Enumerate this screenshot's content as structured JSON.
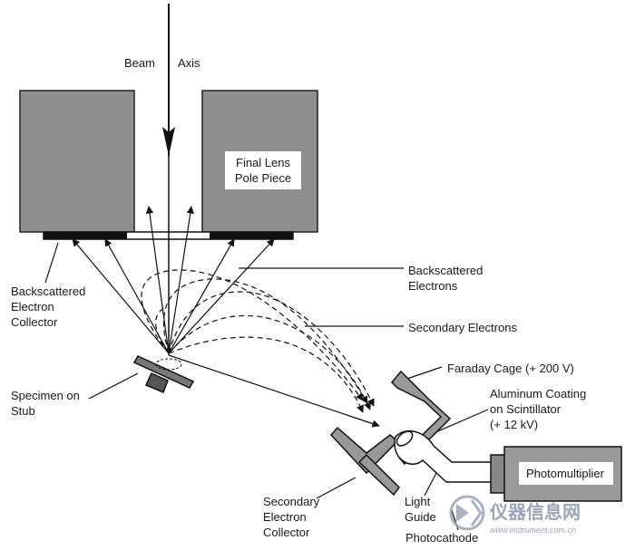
{
  "labels": {
    "beam": "Beam",
    "axis": "Axis",
    "final_lens_1": "Final Lens",
    "final_lens_2": "Pole Piece",
    "bse_collector_1": "Backscattered",
    "bse_collector_2": "Electron",
    "bse_collector_3": "Collector",
    "bse_1": "Backscattered",
    "bse_2": "Electrons",
    "secondary_electrons": "Secondary Electrons",
    "faraday_cage": "Faraday Cage (+ 200 V)",
    "al_coating_1": "Aluminum Coating",
    "al_coating_2": "on Scintillator",
    "al_coating_3": "(+ 12  kV)",
    "specimen_1": "Specimen on",
    "specimen_2": "Stub",
    "photomultiplier": "Photomultiplier",
    "light_guide_1": "Light",
    "light_guide_2": "Guide",
    "photocathode": "Photocathode",
    "se_collector_1": "Secondary",
    "se_collector_2": "Electron",
    "se_collector_3": "Collector"
  },
  "watermark": {
    "title": "仪器信息网",
    "url": "www.instrument.com.cn"
  },
  "colors": {
    "pole_piece": "#8f8f8f",
    "collector_plate": "#111111",
    "detector_gray": "#9a9a9a",
    "line": "#111111",
    "watermark": "#9aa5b8"
  }
}
